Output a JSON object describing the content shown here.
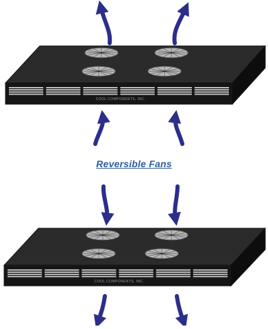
{
  "caption": "Reversible Fans",
  "units": [
    {
      "name": "top-unit",
      "brand_label": "Cool Components, Inc.",
      "fan_count": 4,
      "vent_groups": 6,
      "airflow": "up"
    },
    {
      "name": "bottom-unit",
      "brand_label": "Cool Components, Inc.",
      "fan_count": 4,
      "vent_groups": 6,
      "airflow": "down"
    }
  ],
  "colors": {
    "chassis_top": "#2b2b2b",
    "chassis_front": "#161616",
    "chassis_side": "#0d0d0d",
    "vent": "#cfcfcf",
    "fan": "#b9b9b9",
    "arrow": "#2d2d8a",
    "caption": "#2f5d9e"
  }
}
